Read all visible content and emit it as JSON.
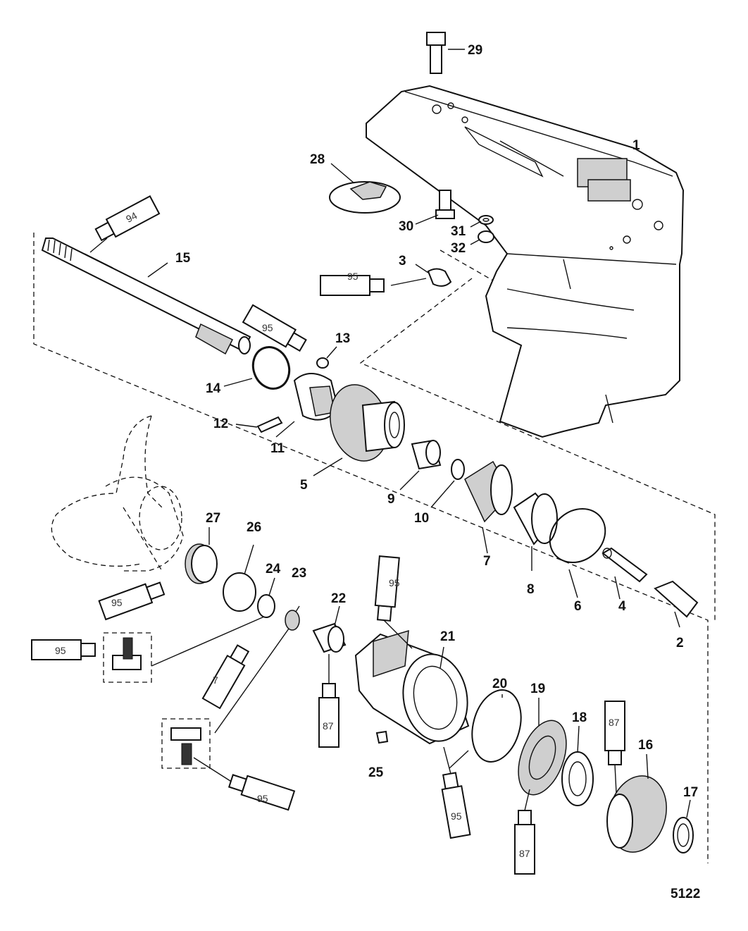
{
  "diagram": {
    "figure_number": "5122",
    "callouts": [
      "1",
      "2",
      "3",
      "4",
      "5",
      "6",
      "7",
      "8",
      "9",
      "10",
      "11",
      "12",
      "13",
      "14",
      "15",
      "16",
      "17",
      "18",
      "19",
      "20",
      "21",
      "22",
      "23",
      "24",
      "25",
      "26",
      "27",
      "28",
      "29",
      "30",
      "31",
      "32"
    ],
    "sealant_tubes": [
      "94",
      "95",
      "95",
      "95",
      "95",
      "7",
      "95",
      "87",
      "95",
      "95",
      "87",
      "87"
    ]
  }
}
